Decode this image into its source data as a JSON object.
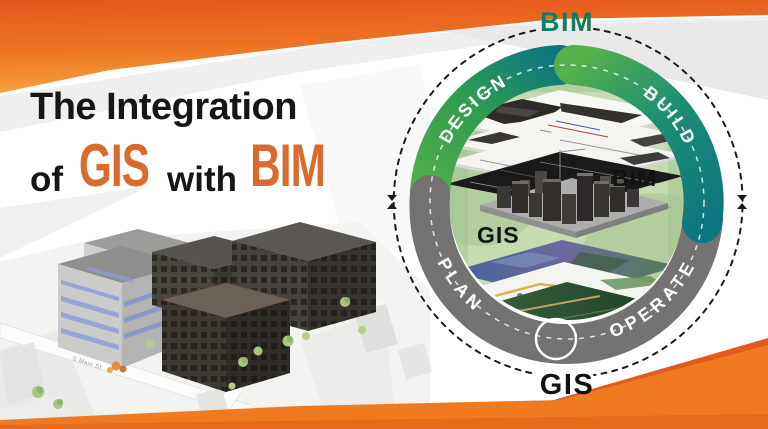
{
  "title": {
    "line1": "The Integration",
    "of": "of",
    "gis": "GIS",
    "with": "with",
    "bim": "BIM"
  },
  "diagram": {
    "outer_top_label": "BIM",
    "outer_bottom_label": "GIS",
    "segments": {
      "design": "DESIGN",
      "build": "BUILD",
      "plan": "PLAN",
      "operate": "OPERATE"
    },
    "inner": {
      "bim_label": "BIM",
      "gis_label": "GIS"
    }
  },
  "city": {
    "street_label": "S Main St"
  },
  "colors": {
    "ink": "#161616",
    "title_orange": "#D96B2F",
    "orange_deep": "#E4561E",
    "orange_mid": "#EE7524",
    "orange_light": "#F6A33C",
    "orange_band": "#EF7A20",
    "orange_band_dark": "#E25A1D",
    "ring_green": "#55B04C",
    "ring_green_mid": "#2F9C50",
    "ring_teal": "#0E7680",
    "ring_gray": "#757371",
    "center_green": "#B3CF9E",
    "center_green_light": "#C9DDB2",
    "dash_ink": "#1B1B1B",
    "bim_green": "#147B52"
  }
}
